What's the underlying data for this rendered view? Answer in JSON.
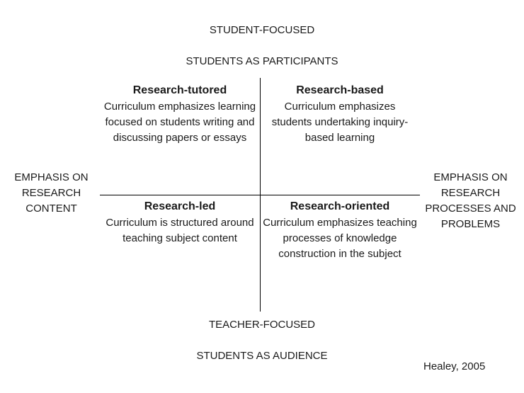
{
  "axes": {
    "top_primary": "STUDENT-FOCUSED",
    "top_secondary": "STUDENTS AS PARTICIPANTS",
    "bottom_primary": "TEACHER-FOCUSED",
    "bottom_secondary": "STUDENTS AS AUDIENCE",
    "left": "EMPHASIS ON RESEARCH CONTENT",
    "right": "EMPHASIS ON RESEARCH PROCESSES AND PROBLEMS"
  },
  "quadrants": {
    "top_left": {
      "title": "Research-tutored",
      "description": "Curriculum emphasizes learning focused on students writing and discussing papers or essays"
    },
    "top_right": {
      "title": "Research-based",
      "description": "Curriculum emphasizes students undertaking inquiry-based learning"
    },
    "bottom_left": {
      "title": "Research-led",
      "description": "Curriculum is structured around teaching subject content"
    },
    "bottom_right": {
      "title": "Research-oriented",
      "description": "Curriculum emphasizes teaching processes of knowledge construction in the subject"
    }
  },
  "citation": "Healey, 2005"
}
